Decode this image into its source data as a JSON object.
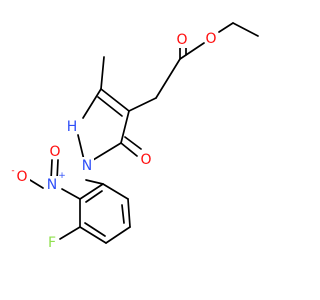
{
  "molecule": {
    "atoms": {
      "ester_o_carbonyl": {
        "text": "O",
        "color": "#ff0d0d"
      },
      "ester_o_ether": {
        "text": "O",
        "color": "#ff0d0d"
      },
      "nh": {
        "text": "H",
        "color": "#3050f8"
      },
      "n1": {
        "text": "N",
        "color": "#3050f8"
      },
      "ketone_o": {
        "text": "O",
        "color": "#ff0d0d"
      },
      "nitro_n": {
        "text": "N",
        "color": "#3050f8",
        "charge": "+"
      },
      "nitro_o_single": {
        "text": "O",
        "color": "#ff0d0d",
        "charge": "-"
      },
      "nitro_o_double": {
        "text": "O",
        "color": "#ff0d0d"
      },
      "fluorine": {
        "text": "F",
        "color": "#90e050"
      }
    }
  }
}
